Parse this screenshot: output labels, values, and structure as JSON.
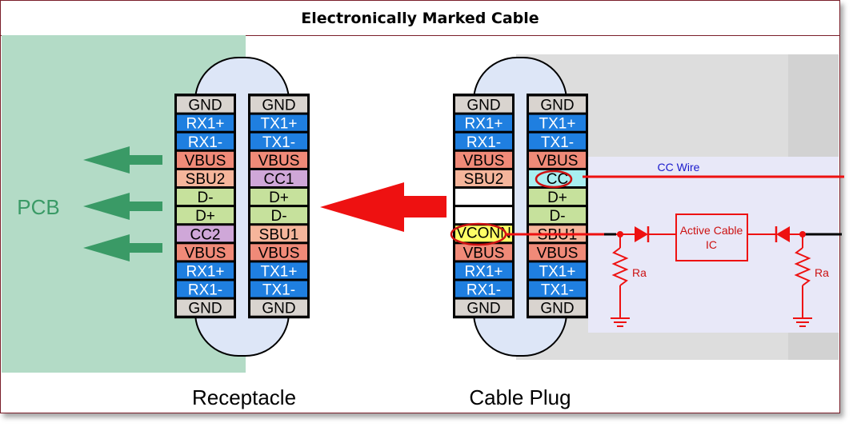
{
  "title": "Electronically Marked Cable",
  "pcb_label": "PCB",
  "receptacle_label": "Receptacle",
  "cable_plug_label": "Cable Plug",
  "receptacle": {
    "left_column": [
      "GND",
      "RX1+",
      "RX1-",
      "VBUS",
      "SBU2",
      "D-",
      "D+",
      "CC2",
      "VBUS",
      "RX1+",
      "RX1-",
      "GND"
    ],
    "right_column": [
      "GND",
      "TX1+",
      "TX1-",
      "VBUS",
      "CC1",
      "D+",
      "D-",
      "SBU1",
      "VBUS",
      "TX1+",
      "TX1-",
      "GND"
    ]
  },
  "plug": {
    "left_column": [
      "GND",
      "RX1+",
      "RX1-",
      "VBUS",
      "SBU2",
      "",
      "",
      "VCONN",
      "VBUS",
      "RX1+",
      "RX1-",
      "GND"
    ],
    "right_column": [
      "GND",
      "TX1+",
      "TX1-",
      "VBUS",
      "CC",
      "D+",
      "D-",
      "SBU1",
      "VBUS",
      "TX1+",
      "TX1-",
      "GND"
    ]
  },
  "circuit": {
    "cc_wire_label": "CC Wire",
    "active_ic_line1": "Active Cable",
    "active_ic_line2": "IC",
    "resistor_left": "Ra",
    "resistor_right": "Ra"
  },
  "colors": {
    "GND": "#d9d4cf",
    "TX": "#1f7fe0",
    "VBUS": "#f08a78",
    "SBU": "#f5b59b",
    "D": "#c6e19c",
    "CC": "#cfa7d8",
    "CC_plug": "#a8eff0",
    "VCONN": "#ffff66",
    "blank": "#ffffff",
    "pcb_bg": "#b3dbc6",
    "pcb_arrow": "#3a9a66",
    "red": "#ee1111"
  }
}
